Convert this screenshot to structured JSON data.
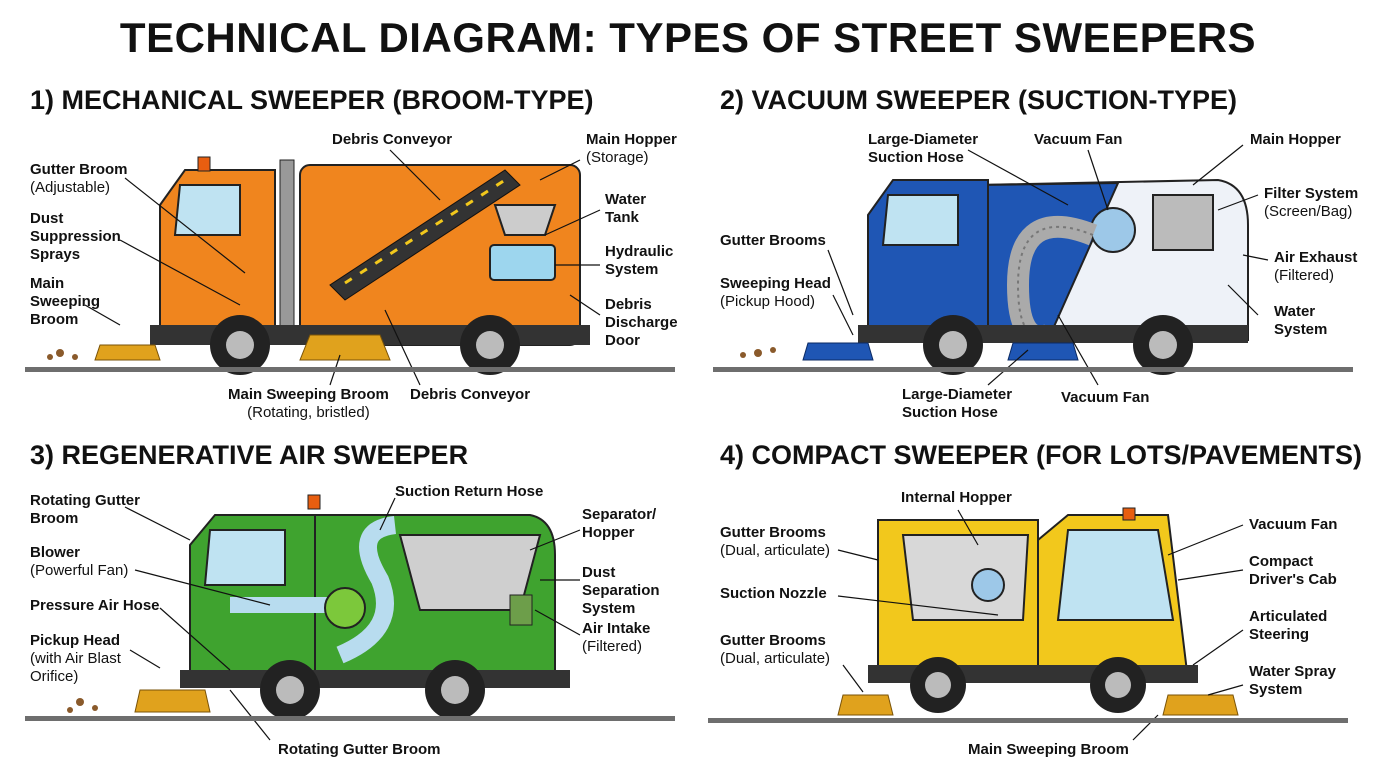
{
  "title": "TECHNICAL DIAGRAM: TYPES OF STREET SWEEPERS",
  "colors": {
    "mechanical": "#f0851e",
    "vacuum": "#1f56b4",
    "regen": "#3fa32f",
    "compact": "#f2c81c",
    "ground": "#6e6e6e"
  },
  "panels": [
    {
      "title": "1) MECHANICAL SWEEPER (BROOM-TYPE)",
      "labels": {
        "gutter_broom": "Gutter Broom",
        "gutter_broom_sub": "(Adjustable)",
        "dust_suppression": "Dust Suppression Sprays",
        "main_broom_left": "Main Sweeping Broom",
        "debris_conveyor_top": "Debris Conveyor",
        "main_hopper": "Main Hopper",
        "main_hopper_sub": "(Storage)",
        "water_tank": "Water Tank",
        "hydraulic": "Hydraulic System",
        "discharge_door": "Debris Discharge Door",
        "main_broom_bottom": "Main Sweeping Broom",
        "main_broom_bottom_sub": "(Rotating, bristled)",
        "debris_conveyor_bottom": "Debris Conveyor"
      }
    },
    {
      "title": "2) VACUUM SWEEPER (SUCTION-TYPE)",
      "labels": {
        "suction_hose_top": "Large-Diameter Suction Hose",
        "vacuum_fan_top": "Vacuum Fan",
        "main_hopper": "Main Hopper",
        "filter_system": "Filter System",
        "filter_system_sub": "(Screen/Bag)",
        "gutter_brooms": "Gutter Brooms",
        "air_exhaust": "Air Exhaust",
        "air_exhaust_sub": "(Filtered)",
        "sweeping_head": "Sweeping Head",
        "sweeping_head_sub": "(Pickup Hood)",
        "water_system": "Water System",
        "suction_hose_bottom": "Large-Diameter Suction Hose",
        "vacuum_fan_bottom": "Vacuum Fan"
      }
    },
    {
      "title": "3) REGENERATIVE AIR SWEEPER",
      "labels": {
        "rotating_gutter_top": "Rotating Gutter Broom",
        "suction_return": "Suction Return Hose",
        "separator": "Separator/ Hopper",
        "blower": "Blower",
        "blower_sub": "(Powerful Fan)",
        "dust_separation": "Dust Separation System",
        "pressure_hose": "Pressure Air Hose",
        "air_intake": "Air Intake",
        "air_intake_sub": "(Filtered)",
        "pickup_head": "Pickup Head",
        "pickup_head_sub": "(with Air Blast Orifice)",
        "rotating_gutter_bottom": "Rotating Gutter Broom"
      }
    },
    {
      "title": "4) COMPACT SWEEPER (FOR LOTS/PAVEMENTS)",
      "labels": {
        "internal_hopper": "Internal Hopper",
        "gutter_brooms_top": "Gutter Brooms",
        "gutter_brooms_top_sub": "(Dual, articulate)",
        "vacuum_fan": "Vacuum Fan",
        "compact_cab": "Compact Driver's Cab",
        "suction_nozzle": "Suction Nozzle",
        "articulated_steering": "Articulated Steering",
        "gutter_brooms_bottom": "Gutter Brooms",
        "gutter_brooms_bottom_sub": "(Dual, articulate)",
        "water_spray": "Water Spray System",
        "main_broom": "Main Sweeping Broom"
      }
    }
  ]
}
